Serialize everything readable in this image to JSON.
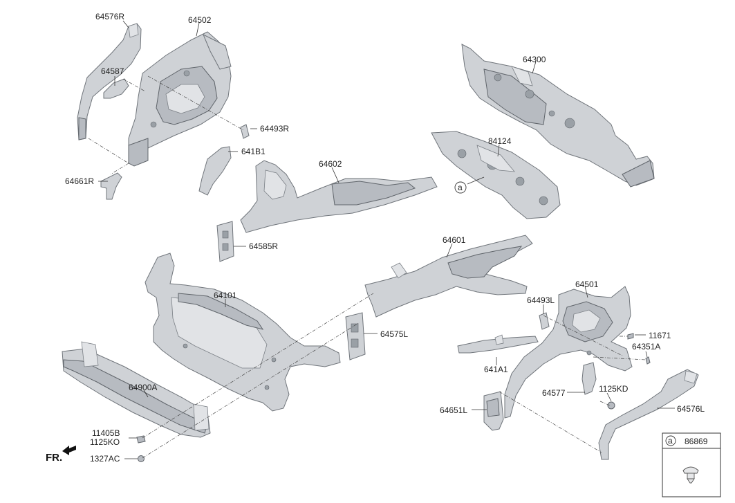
{
  "labels": {
    "p64576R": "64576R",
    "p64502": "64502",
    "p64587": "64587",
    "p64493R": "64493R",
    "p641B1": "641B1",
    "p64661R": "64661R",
    "p64602": "64602",
    "p64585R": "64585R",
    "p64300": "64300",
    "p84124": "84124",
    "callout_a": "a",
    "p64601": "64601",
    "p64101": "64101",
    "p64501": "64501",
    "p64493L": "64493L",
    "p11671": "11671",
    "p64575L": "64575L",
    "p64351A": "64351A",
    "p641A1": "641A1",
    "p64900A": "64900A",
    "p64577": "64577",
    "p1125KD": "1125KD",
    "p64651L": "64651L",
    "p64576L": "64576L",
    "p11405B": "11405B",
    "p1125KO": "1125KO",
    "p1327AC": "1327AC",
    "front": "FR."
  },
  "legend": {
    "key": "a",
    "part": "86869"
  }
}
